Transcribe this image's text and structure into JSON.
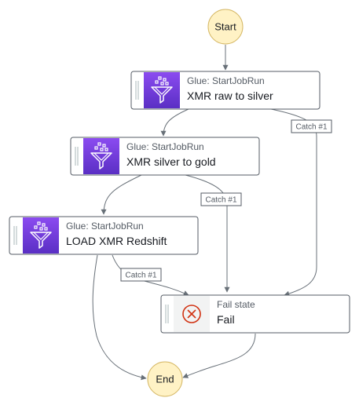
{
  "workflow": {
    "start_label": "Start",
    "end_label": "End",
    "states": [
      {
        "type": "Glue: StartJobRun",
        "name": "XMR raw to silver",
        "icon": "glue-crawler-icon"
      },
      {
        "type": "Glue: StartJobRun",
        "name": "XMR silver to gold",
        "icon": "glue-crawler-icon"
      },
      {
        "type": "Glue: StartJobRun",
        "name": "LOAD XMR Redshift",
        "icon": "glue-crawler-icon"
      },
      {
        "type": "Fail state",
        "name": "Fail",
        "icon": "fail-x-circle-icon"
      }
    ],
    "catches": [
      {
        "label": "Catch #1"
      },
      {
        "label": "Catch #1"
      },
      {
        "label": "Catch #1"
      }
    ]
  },
  "colors": {
    "terminal_fill": "#fff2c5",
    "terminal_stroke": "#d5b764",
    "glue_icon_top": "#8b4bf0",
    "glue_icon_bottom": "#5a2fc4",
    "fail_icon": "#d13212",
    "edge": "#687078",
    "card_border": "#545b64"
  }
}
